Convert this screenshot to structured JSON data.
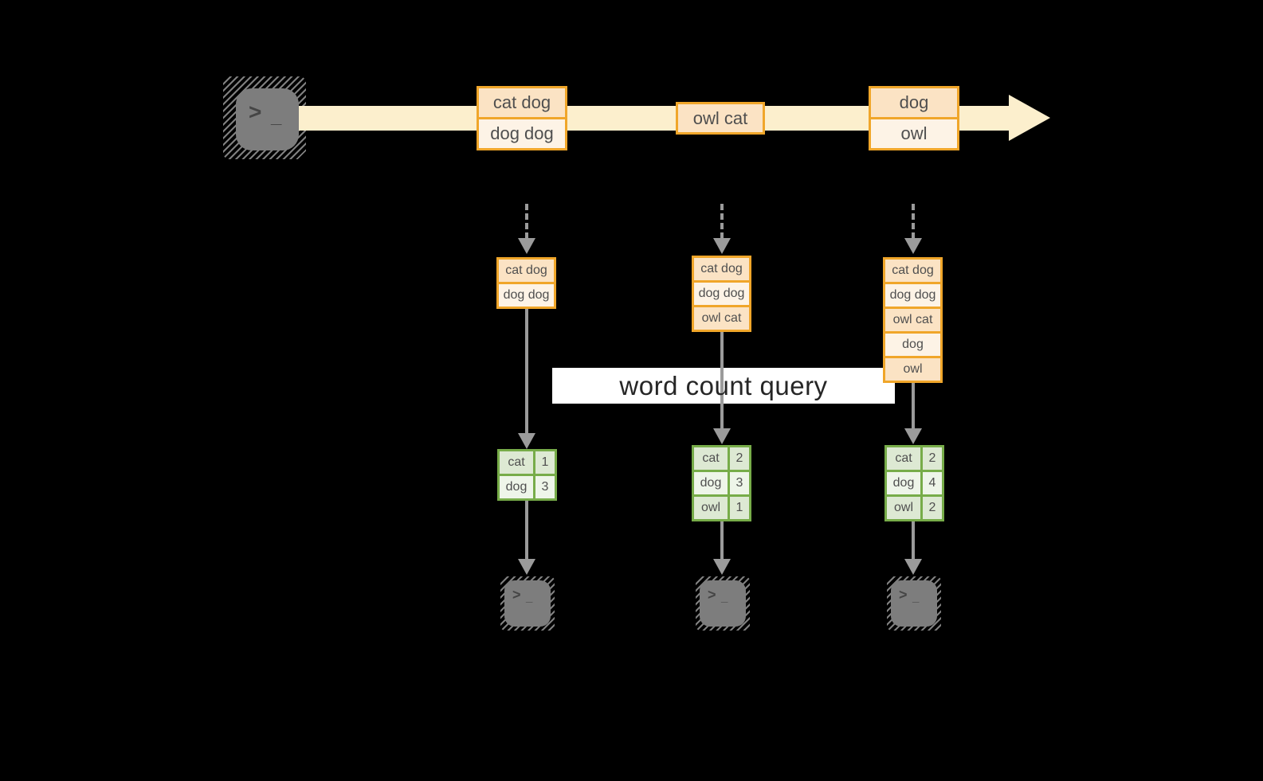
{
  "query_label": "word count query",
  "stream": {
    "batches": [
      {
        "rows": [
          "cat dog",
          "dog dog"
        ]
      },
      {
        "rows": [
          "owl cat"
        ]
      },
      {
        "rows": [
          "dog",
          "owl"
        ]
      }
    ]
  },
  "windows": [
    {
      "events": [
        "cat dog",
        "dog dog"
      ],
      "counts": {
        "rows": [
          {
            "word": "cat",
            "count": "1"
          },
          {
            "word": "dog",
            "count": "3"
          }
        ]
      }
    },
    {
      "events": [
        "cat dog",
        "dog dog",
        "owl cat"
      ],
      "counts": {
        "rows": [
          {
            "word": "cat",
            "count": "2"
          },
          {
            "word": "dog",
            "count": "3"
          },
          {
            "word": "owl",
            "count": "1"
          }
        ]
      }
    },
    {
      "events": [
        "cat dog",
        "dog dog",
        "owl cat",
        "dog",
        "owl"
      ],
      "counts": {
        "rows": [
          {
            "word": "cat",
            "count": "2"
          },
          {
            "word": "dog",
            "count": "4"
          },
          {
            "word": "owl",
            "count": "2"
          }
        ]
      }
    }
  ],
  "terminal": {
    "chevron": ">",
    "underscore": "_"
  },
  "colors": {
    "background": "#000000",
    "stream_arrow": "#fcefcd",
    "box_border": "#f0a62a",
    "box_fill_dark": "#fbe3c4",
    "box_fill_light": "#fdf3e6",
    "table_border": "#77ac49",
    "table_fill_dark": "#dde9d3",
    "table_fill_light": "#eef5e9",
    "arrow_gray": "#9b9b9b",
    "terminal_gray": "#7d7d7d",
    "terminal_glyph": "#454545",
    "query_bg": "#ffffff",
    "text_dark": "#4f4f4f",
    "query_text": "#262626"
  }
}
